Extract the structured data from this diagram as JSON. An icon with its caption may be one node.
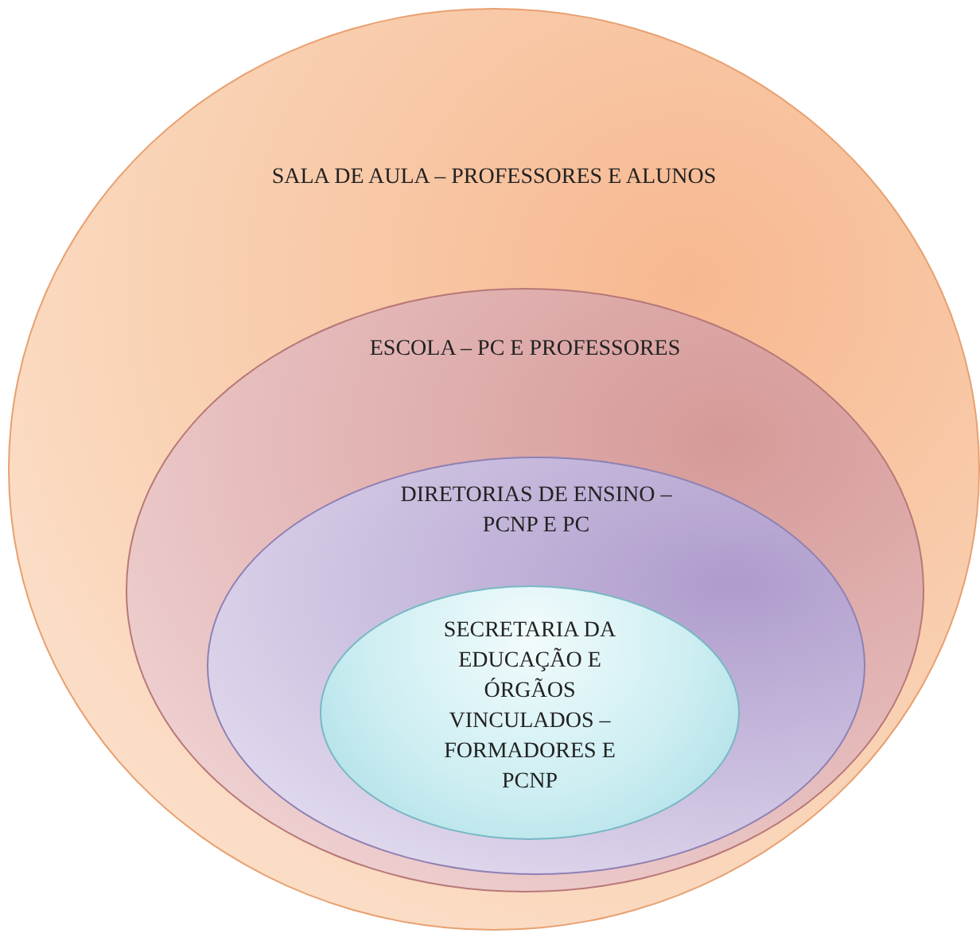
{
  "diagram": {
    "nodes": [
      {
        "text": [
          "SALA DE AULA – PROFESSORES E ALUNOS"
        ]
      },
      {
        "text": [
          "ESCOLA – PC E PROFESSORES"
        ],
        "in": 0
      },
      {
        "text": [
          "DIRETORIAS DE ENSINO – PCNP E PC"
        ],
        "in": 1
      },
      {
        "text": [
          "SECRETARIA DA EDUCAÇÃO E ÓRGÃOS VINCULADOS – FORMADORES E PCNP"
        ],
        "in": 2
      }
    ]
  }
}
